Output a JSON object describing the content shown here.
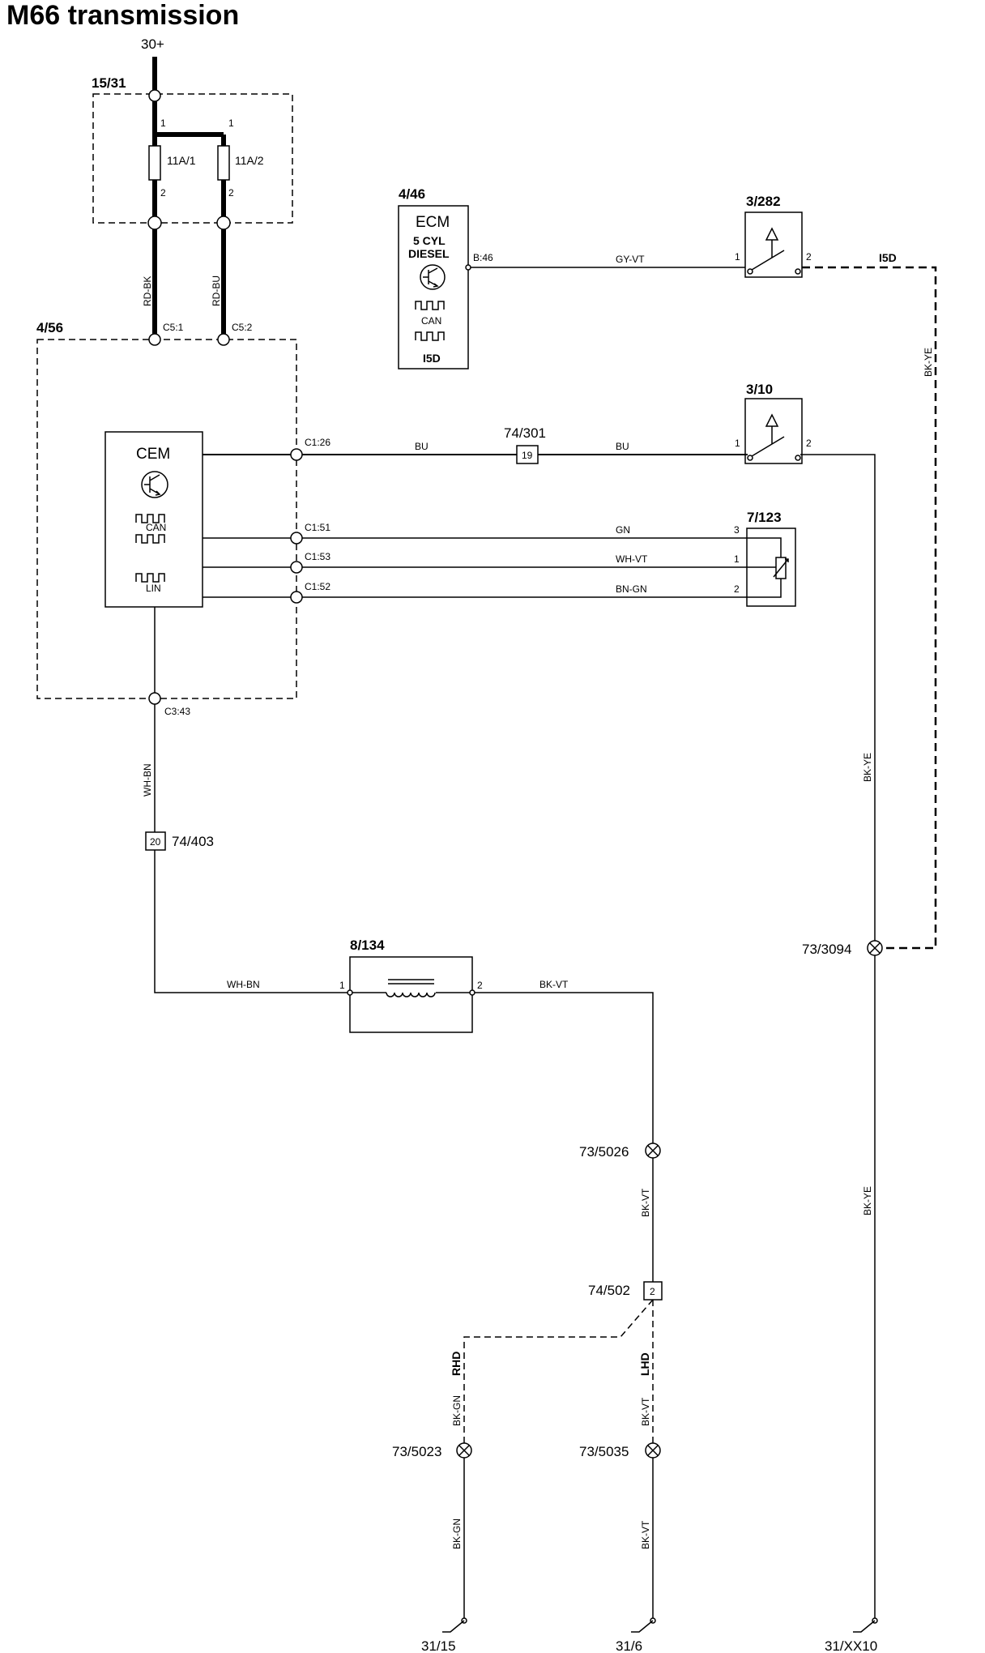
{
  "title": "M66 transmission",
  "supply": "30+",
  "fusebox": {
    "id": "15/31",
    "fuse1": "11A/1",
    "fuse2": "11A/2",
    "pin_top": "1",
    "pin_bottom": "2"
  },
  "cem_module": {
    "id": "4/56",
    "name": "CEM",
    "can": "CAN",
    "lin": "LIN",
    "pin_c51": "C5:1",
    "pin_c52": "C5:2",
    "pin_c126": "C1:26",
    "pin_c151": "C1:51",
    "pin_c153": "C1:53",
    "pin_c152": "C1:52",
    "pin_c343": "C3:43"
  },
  "ecm_module": {
    "id": "4/46",
    "name": "ECM",
    "line1": "5 CYL",
    "line2": "DIESEL",
    "can": "CAN",
    "variant": "I5D",
    "pin": "B:46"
  },
  "switch_282": {
    "id": "3/282",
    "pin1": "1",
    "pin2": "2",
    "variant": "I5D"
  },
  "switch_10": {
    "id": "3/10",
    "pin1": "1",
    "pin2": "2"
  },
  "sensor_7123": {
    "id": "7/123",
    "pin3": "3",
    "pin1": "1",
    "pin2": "2"
  },
  "solenoid_8134": {
    "id": "8/134",
    "pin1": "1",
    "pin2": "2"
  },
  "connectors": {
    "c74_301": {
      "id": "74/301",
      "pin": "19"
    },
    "c74_403": {
      "id": "74/403",
      "pin": "20"
    },
    "c74_502": {
      "id": "74/502",
      "pin": "2"
    }
  },
  "splices": {
    "s73_3094": "73/3094",
    "s73_5026": "73/5026",
    "s73_5023": "73/5023",
    "s73_5035": "73/5035"
  },
  "wires": {
    "rd_bk": "RD-BK",
    "rd_bu": "RD-BU",
    "gy_vt": "GY-VT",
    "bk_ye": "BK-YE",
    "bu": "BU",
    "gn": "GN",
    "wh_vt": "WH-VT",
    "bn_gn": "BN-GN",
    "wh_bn": "WH-BN",
    "bk_vt": "BK-VT",
    "bk_gn": "BK-GN"
  },
  "variants": {
    "rhd": "RHD",
    "lhd": "LHD"
  },
  "grounds": {
    "g1": "31/15",
    "g2": "31/6",
    "g3": "31/XX10"
  }
}
